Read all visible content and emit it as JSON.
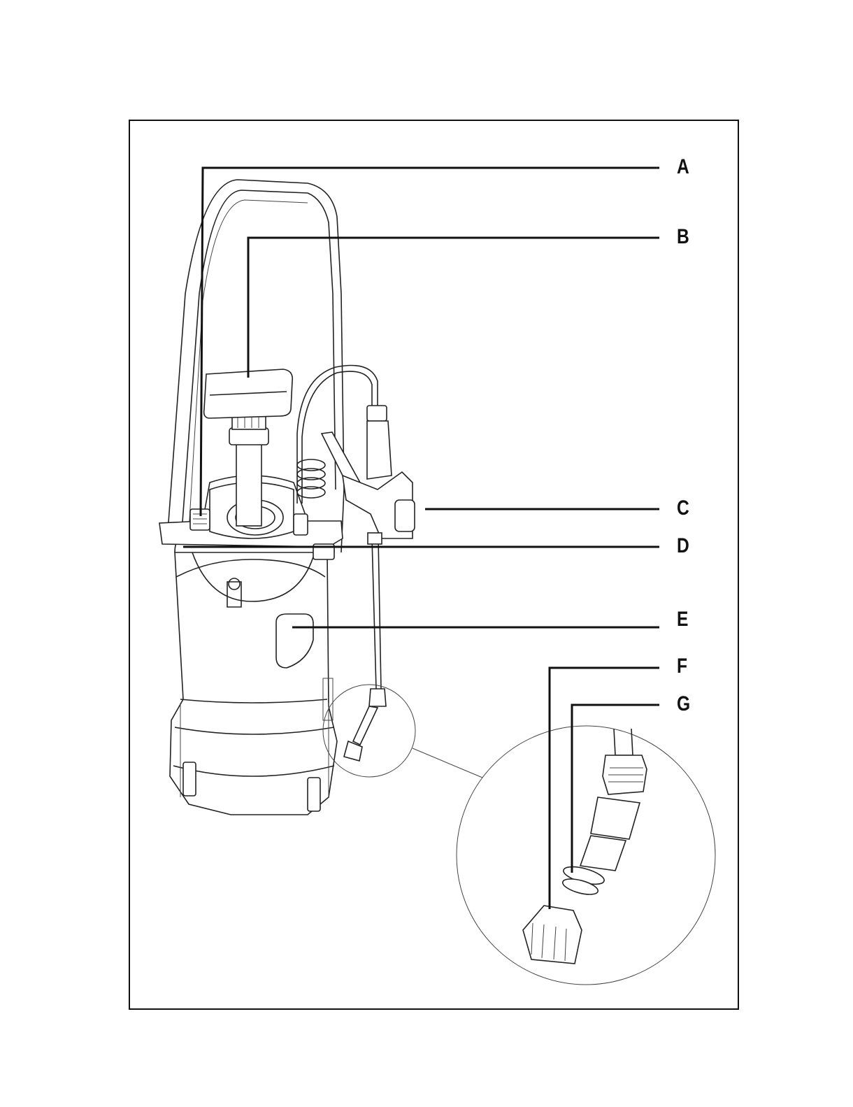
{
  "labels": {
    "A": "A",
    "B": "B",
    "C": "C",
    "D": "D",
    "E": "E",
    "F": "F",
    "G": "G"
  },
  "colors": {
    "line": "#111111",
    "drawing": "#222222",
    "background": "#ffffff"
  }
}
